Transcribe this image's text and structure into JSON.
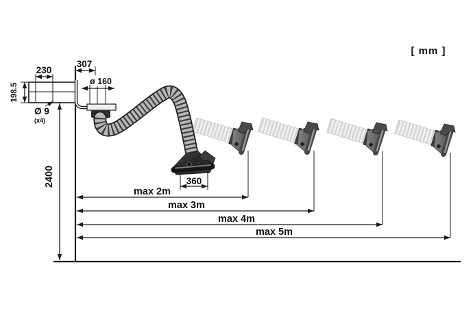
{
  "units_label": "[ mm ]",
  "diagram": {
    "type": "technical-dimension-drawing",
    "subject": "wall-mounted flexible extraction arm with reach envelope",
    "units": "mm"
  },
  "labels": {
    "bracket_width": "230",
    "arm_depth": "307",
    "bracket_height": "198.5",
    "duct_diameter": "ø 160",
    "hole_diameter": "Ø 9",
    "hole_count": "(x4)",
    "mount_height": "2400",
    "nozzle_width": "360",
    "reach_2m": "max 2m",
    "reach_3m": "max 3m",
    "reach_4m": "max 4m",
    "reach_5m": "max 5m"
  },
  "reach_values_m": [
    2,
    3,
    4,
    5
  ],
  "colors": {
    "line": "#1a1a1a",
    "hose_base": "#b8b8b8",
    "hose_rib": "#3f3f3f",
    "ghost_hose": "#f2f2f2",
    "ghost_rib": "#d4d4d4",
    "nozzle_dark": "#262626",
    "ghost_nozzle": "#5f5f5f"
  }
}
